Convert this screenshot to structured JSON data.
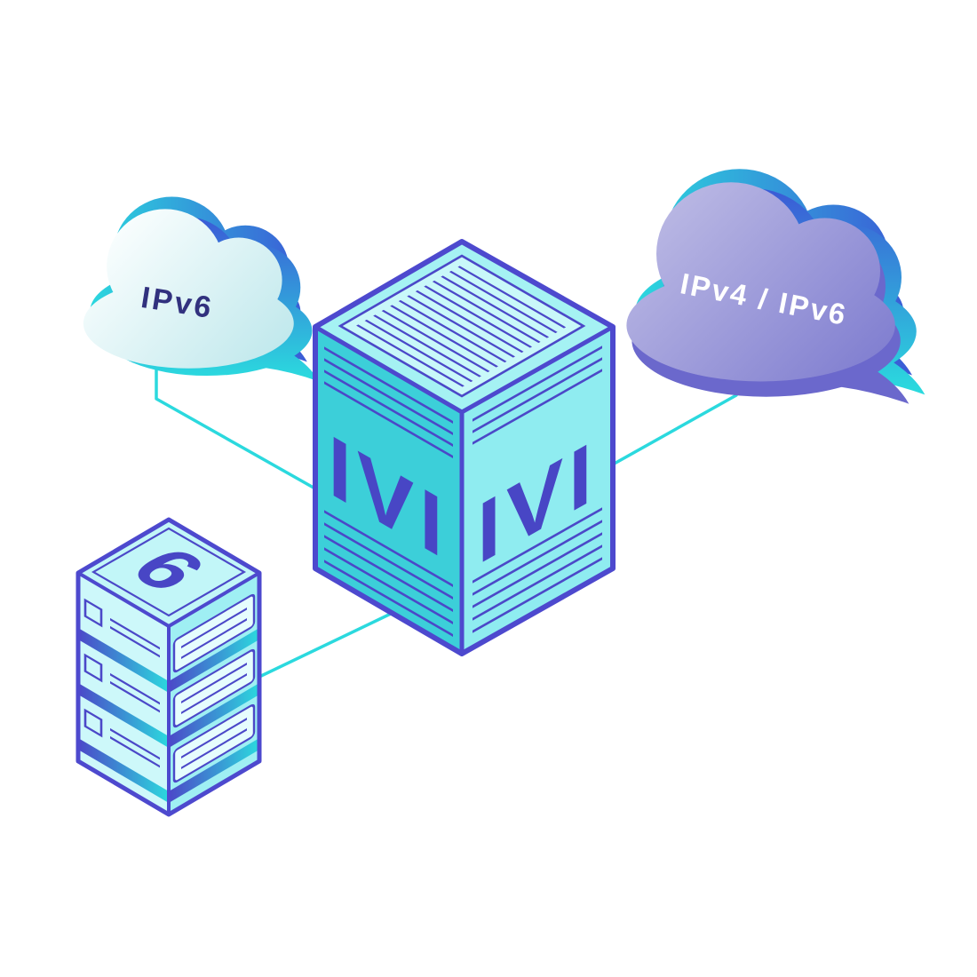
{
  "diagram": {
    "ipv6_cloud": {
      "label": "IPv6"
    },
    "dual_stack_cloud": {
      "label": "IPv4 / IPv6"
    },
    "translator_box": {
      "left_face_label": "IVI",
      "right_face_label": "IVI"
    },
    "server": {
      "top_label": "6"
    }
  },
  "colors": {
    "connection_teal": "#2bd9de",
    "edge_indigo": "#4d49ce",
    "letter_indigo": "#4846c5",
    "cloud_label_navy": "#31317e",
    "cloud_lavender": "#8b89d4",
    "accent_blue": "#3b5bd6",
    "background": "#ffffff"
  }
}
